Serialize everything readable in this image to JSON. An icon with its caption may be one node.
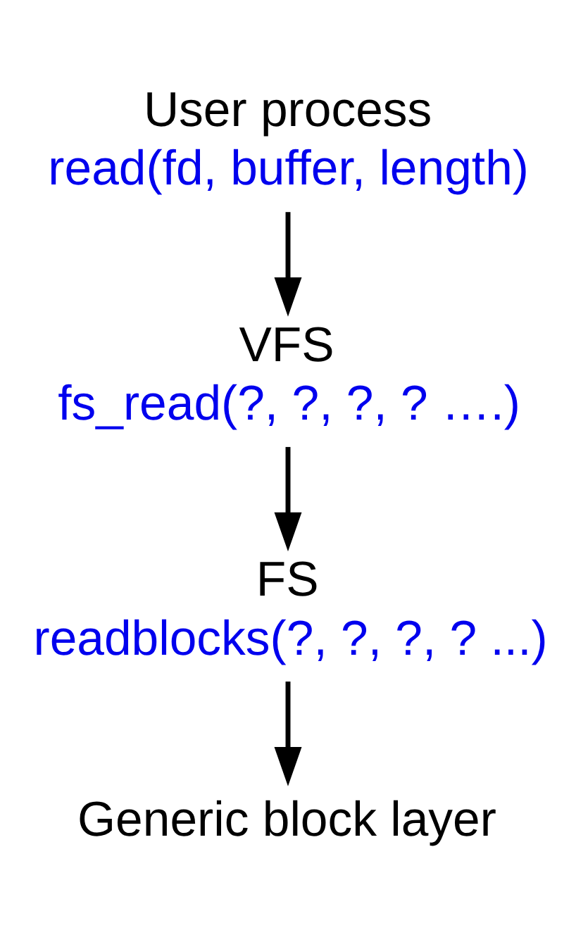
{
  "diagram": {
    "nodes": [
      {
        "text": [
          "User process",
          "read(fd, buffer, length)"
        ]
      },
      {
        "text": [
          "VFS",
          "fs_read(?, ?, ?, ? ….)"
        ]
      },
      {
        "text": [
          "FS",
          "readblocks(?, ?, ?, ? ...)"
        ]
      },
      {
        "text": [
          "Generic block layer"
        ]
      }
    ],
    "edges": [
      {
        "from": 0,
        "to": 1,
        "arrow": "to"
      },
      {
        "from": 1,
        "to": 2,
        "arrow": "to"
      },
      {
        "from": 2,
        "to": 3,
        "arrow": "to"
      }
    ]
  }
}
